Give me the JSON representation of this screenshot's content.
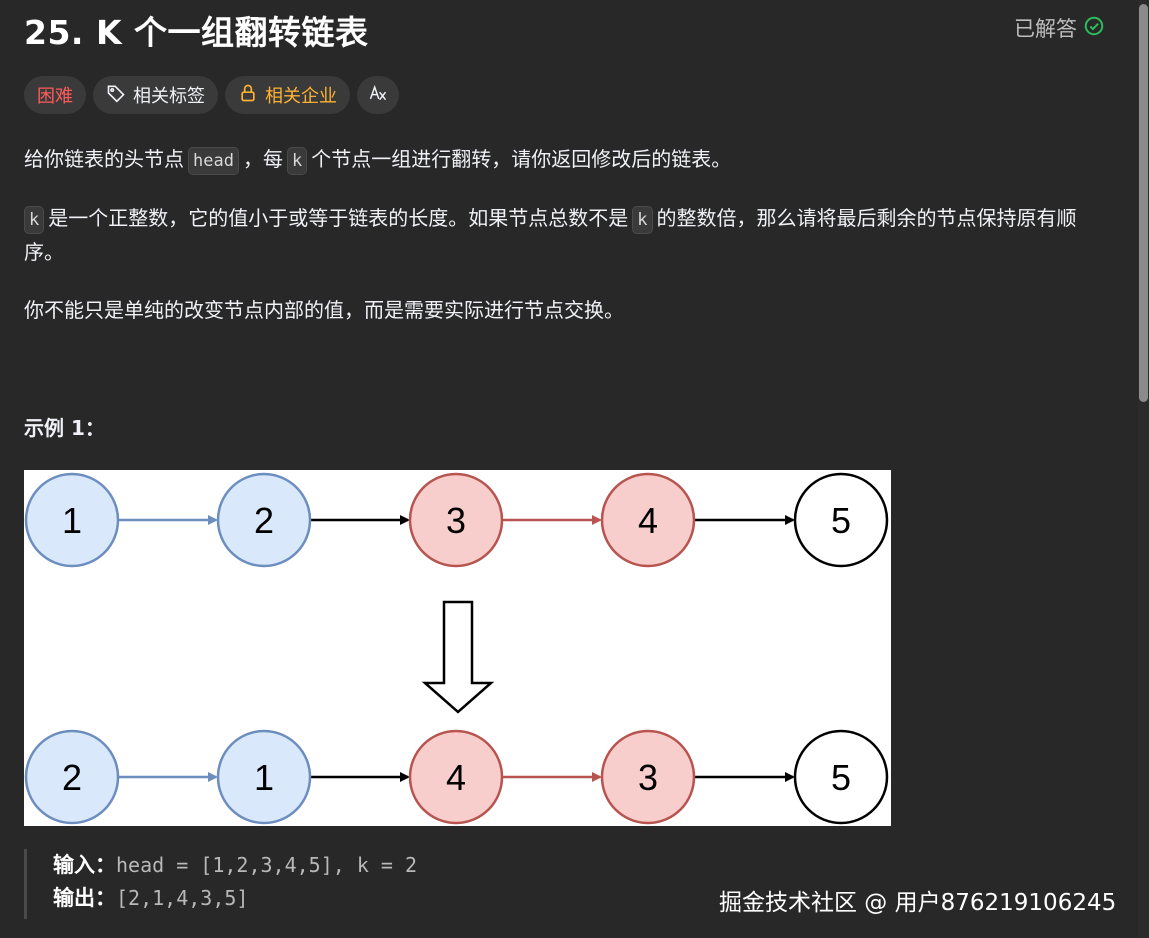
{
  "problem": {
    "title": "25. K 个一组翻转链表",
    "solved_label": "已解答"
  },
  "tags": {
    "difficulty": "困难",
    "related_tags": "相关标签",
    "related_companies": "相关企业",
    "translate_icon": "translate-icon"
  },
  "description": {
    "p1_a": "给你链表的头节点",
    "p1_code1": "head",
    "p1_b": "，每",
    "p1_code2": "k",
    "p1_c": "个节点一组进行翻转，请你返回修改后的链表。",
    "p2_code": "k",
    "p2_a": "是一个正整数，它的值小于或等于链表的长度。如果节点总数不是",
    "p2_code2": "k",
    "p2_b": "的整数倍，那么请将最后剩余的节点保持原有顺序。",
    "p3": "你不能只是单纯的改变节点内部的值，而是需要实际进行节点交换。"
  },
  "example": {
    "title": "示例 1：",
    "figure": {
      "top_nodes": [
        "1",
        "2",
        "3",
        "4",
        "5"
      ],
      "bottom_nodes": [
        "2",
        "1",
        "4",
        "3",
        "5"
      ],
      "node_groups": [
        "blue",
        "blue",
        "red",
        "red",
        "white"
      ],
      "colors": {
        "blue_fill": "#dae8fc",
        "blue_stroke": "#6c8ebf",
        "red_fill": "#f8cecc",
        "red_stroke": "#b85450",
        "white_fill": "#ffffff",
        "white_stroke": "#000000"
      }
    },
    "input_label": "输入：",
    "input_value": "head = [1,2,3,4,5], k = 2",
    "output_label": "输出：",
    "output_value": "[2,1,4,3,5]"
  },
  "watermark": "掘金技术社区 @ 用户876219106245"
}
